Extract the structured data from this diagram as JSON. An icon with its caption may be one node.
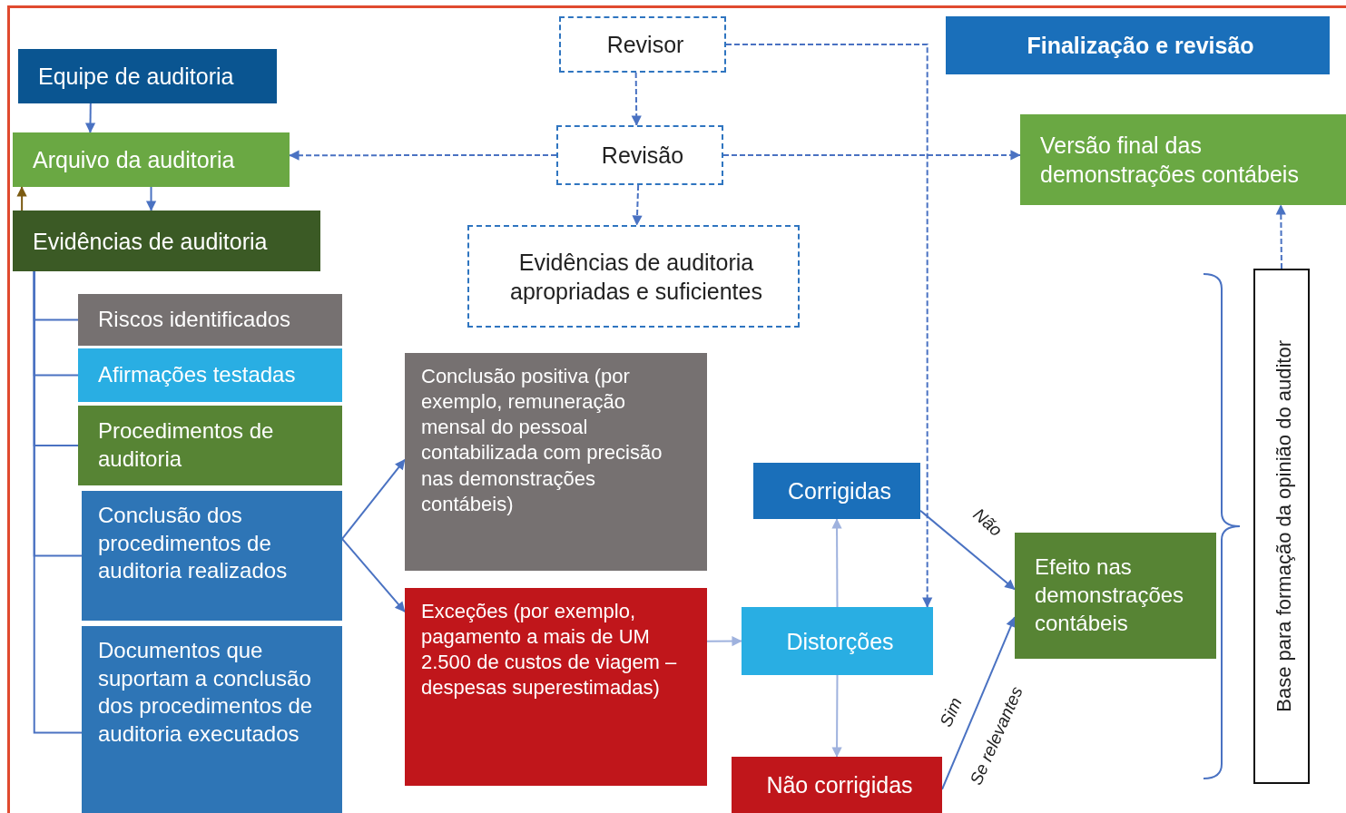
{
  "diagram": {
    "nodes": [
      {
        "text": [
          "Equipe de auditoria"
        ]
      },
      {
        "text": [
          "Revisor"
        ]
      },
      {
        "text": [
          "Finalização e revisão"
        ]
      },
      {
        "text": [
          "Arquivo da auditoria"
        ]
      },
      {
        "text": [
          "Revisão"
        ]
      },
      {
        "text": [
          "Versão final das demonstrações contábeis"
        ]
      },
      {
        "text": [
          "Evidências de auditoria"
        ]
      },
      {
        "text": [
          "Evidências de auditoria apropriadas e suficientes"
        ]
      },
      {
        "text": [
          "Riscos identificados"
        ]
      },
      {
        "text": [
          "Afirmações testadas"
        ]
      },
      {
        "text": [
          "Procedimentos de auditoria"
        ]
      },
      {
        "text": [
          "Conclusão dos procedimentos de auditoria realizados"
        ]
      },
      {
        "text": [
          "Documentos que suportam a conclusão dos procedimentos de auditoria executados"
        ]
      },
      {
        "text": [
          "Conclusão positiva (por exemplo, remuneração mensal do pessoal contabilizada com precisão nas demonstrações contábeis)"
        ]
      },
      {
        "text": [
          "Exceções (por exemplo, pagamento a mais de UM 2.500 de custos de viagem – despesas superestimadas)"
        ]
      },
      {
        "text": [
          "Corrigidas"
        ]
      },
      {
        "text": [
          "Distorções"
        ]
      },
      {
        "text": [
          "Efeito nas demonstrações contábeis"
        ]
      },
      {
        "text": [
          "Não corrigidas"
        ]
      },
      {
        "text": [
          "Base para formação da opinião do auditor"
        ]
      }
    ],
    "edges": [
      {
        "from": 0,
        "to": 3,
        "arrow": "to"
      },
      {
        "from": 1,
        "to": 4,
        "arrow": "to",
        "style": "dashed"
      },
      {
        "from": 4,
        "to": 3,
        "arrow": "to",
        "style": "dashed"
      },
      {
        "from": 4,
        "to": 5,
        "arrow": "to",
        "style": "dashed"
      },
      {
        "from": 4,
        "to": 7,
        "arrow": "to",
        "style": "dashed"
      },
      {
        "from": 1,
        "to": 16,
        "arrow": "to",
        "style": "dashed"
      },
      {
        "from": 3,
        "to": 6,
        "arrow": "to"
      },
      {
        "from": 6,
        "to": 3,
        "arrow": "to",
        "color": "#7b5b12"
      },
      {
        "from": 6,
        "to": 8,
        "arrow": "none"
      },
      {
        "from": 6,
        "to": 9,
        "arrow": "none"
      },
      {
        "from": 6,
        "to": 10,
        "arrow": "none"
      },
      {
        "from": 6,
        "to": 11,
        "arrow": "none"
      },
      {
        "from": 6,
        "to": 12,
        "arrow": "none"
      },
      {
        "from": 11,
        "to": 13,
        "arrow": "to"
      },
      {
        "from": 11,
        "to": 14,
        "arrow": "to"
      },
      {
        "from": 14,
        "to": 16,
        "arrow": "to",
        "color": "#9fb2de"
      },
      {
        "from": 16,
        "to": 15,
        "arrow": "to",
        "color": "#9fb2de"
      },
      {
        "from": 16,
        "to": 18,
        "arrow": "to",
        "color": "#9fb2de"
      },
      {
        "from": 15,
        "to": 17,
        "arrow": "to",
        "label": "Não"
      },
      {
        "from": 18,
        "to": 17,
        "arrow": "to",
        "label": "Sim"
      },
      {
        "from": 19,
        "to": 5,
        "arrow": "to",
        "style": "dashed"
      }
    ],
    "labels": [
      "Se relevantes"
    ]
  }
}
